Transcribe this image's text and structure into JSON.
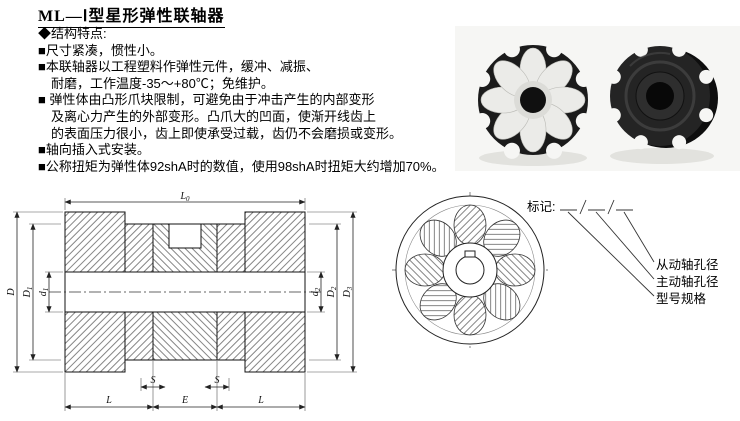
{
  "page": {
    "title": "ML—Ⅰ型星形弹性联轴器"
  },
  "features": {
    "heading": "◆结构特点:",
    "lines": [
      {
        "text": "■尺寸紧凑，惯性小。"
      },
      {
        "text": "■本联轴器以工程塑料作弹性元件，缓冲、减振、"
      },
      {
        "text": "耐磨，工作温度-35～+80℃；免维护。"
      },
      {
        "text": "■ 弹性体由凸形爪块限制，可避免由于冲击产生的内部变形"
      },
      {
        "text": "及离心力产生的外部变形。凸爪大的凹面，使渐开线齿上"
      },
      {
        "text": "的表面压力很小，齿上即使承受过载，齿仍不会磨损或变形。"
      },
      {
        "text": "■轴向插入式安装。"
      },
      {
        "text": "■公称扭矩为弹性体92shA时的数值，使用98shA时扭矩大约增加70%。"
      }
    ]
  },
  "section_view": {
    "top_dim": {
      "base": "L",
      "sub": "0"
    },
    "left_dims": [
      {
        "base": "D",
        "sub": ""
      },
      {
        "base": "D",
        "sub": "1"
      },
      {
        "base": "d",
        "sub": "1"
      }
    ],
    "right_dims": [
      {
        "base": "d",
        "sub": "2"
      },
      {
        "base": "D",
        "sub": "2"
      },
      {
        "base": "D",
        "sub": "3"
      }
    ],
    "gap_dims": [
      "S",
      "S"
    ],
    "bottom_dims": [
      "L",
      "E",
      "L"
    ]
  },
  "callout": {
    "label": "标记:",
    "items": [
      "从动轴孔径",
      "主动轴孔径",
      "型号规格"
    ]
  },
  "colors": {
    "ink": "#111111",
    "hatch": "#666666",
    "photo_bg": "#f6f6f4"
  }
}
